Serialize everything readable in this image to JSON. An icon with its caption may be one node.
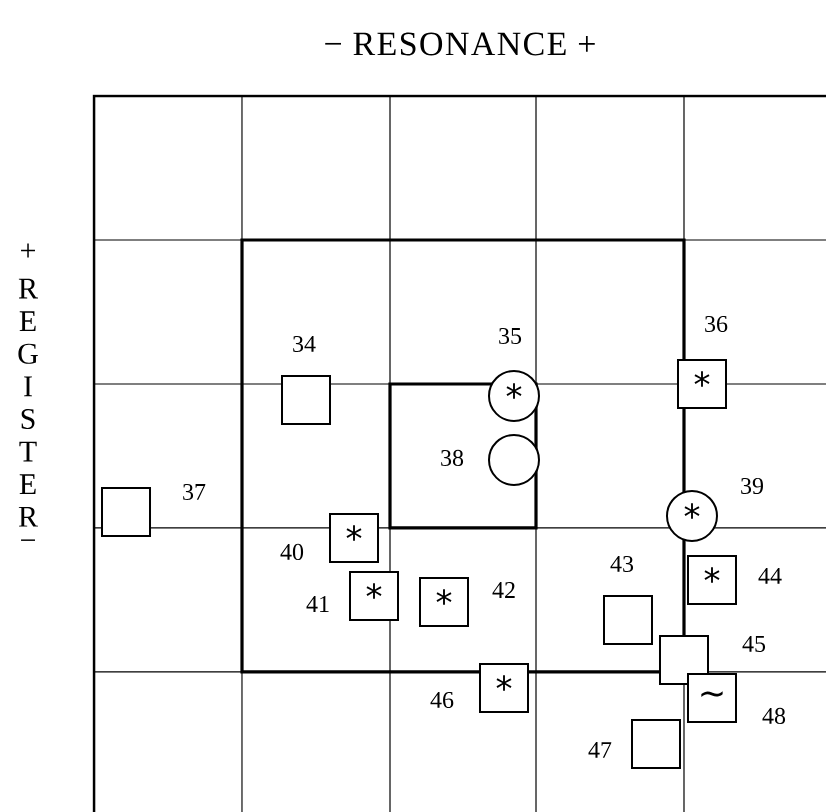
{
  "diagram": {
    "title": "− RESONANCE +",
    "nodes": [
      {
        "text": [],
        "shape": "box",
        "beside": [
          "34"
        ]
      },
      {
        "text": [
          "*"
        ],
        "beside": [
          "35"
        ]
      },
      {
        "text": [
          "*"
        ],
        "beside": [
          "36"
        ]
      },
      {
        "text": [],
        "shape": "box",
        "beside": [
          "37"
        ]
      },
      {
        "text": [],
        "shape": "circle",
        "beside": [
          "38"
        ]
      },
      {
        "text": [
          "*"
        ],
        "beside": [
          "39"
        ]
      },
      {
        "text": [
          "*"
        ],
        "beside": [
          "40"
        ]
      },
      {
        "text": [
          "*"
        ],
        "beside": [
          "41"
        ]
      },
      {
        "text": [
          "*"
        ],
        "beside": [
          "42"
        ]
      },
      {
        "text": [],
        "shape": "box",
        "beside": [
          "43"
        ]
      },
      {
        "text": [
          "*"
        ],
        "beside": [
          "44"
        ]
      },
      {
        "text": [],
        "shape": "box",
        "beside": [
          "45"
        ]
      },
      {
        "text": [
          "*"
        ],
        "beside": [
          "46"
        ]
      },
      {
        "text": [],
        "shape": "box",
        "beside": [
          "47"
        ]
      },
      {
        "text": [
          "~"
        ],
        "beside": [
          "48"
        ]
      }
    ],
    "labels": [
      "+",
      "R",
      "E",
      "G",
      "I",
      "S",
      "T",
      "E",
      "R",
      "−"
    ]
  }
}
